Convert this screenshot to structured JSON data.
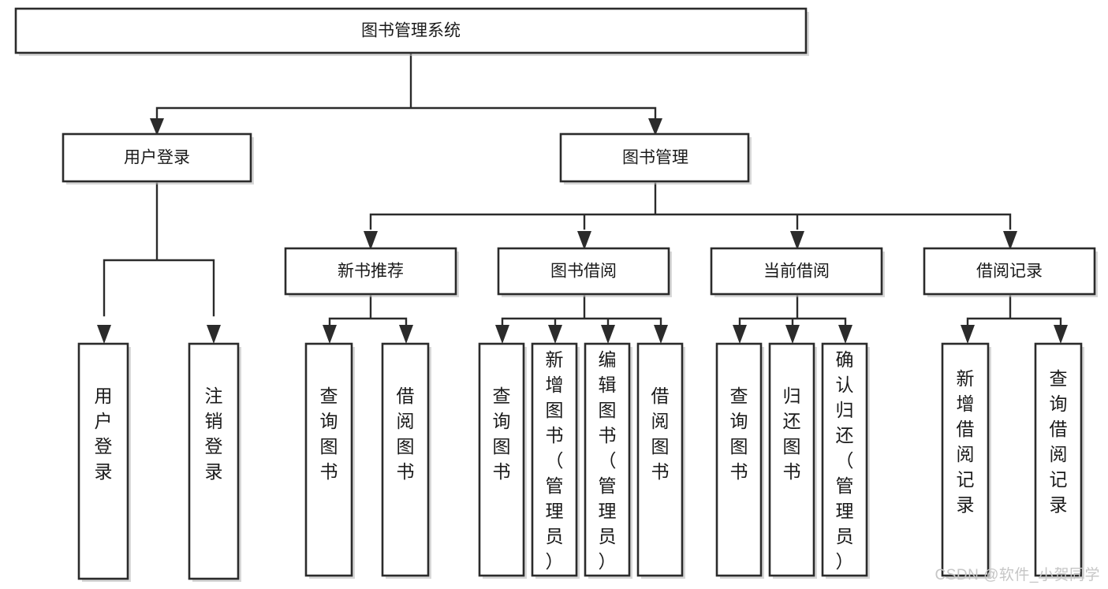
{
  "diagram": {
    "type": "tree",
    "title": "图书管理系统",
    "watermark": "CSDN @软件_小贺同学",
    "colors": {
      "box_stroke": "#2b2b2b",
      "box_fill": "#ffffff",
      "line": "#2b2b2b",
      "text": "#1a1a1a",
      "watermark": "#c6c6c6",
      "background": "#ffffff"
    },
    "nodes": {
      "root": {
        "label": "图书管理系统",
        "level": 1,
        "orientation": "horizontal"
      },
      "n_user_login": {
        "label": "用户登录",
        "level": 2,
        "orientation": "horizontal"
      },
      "n_book_manage": {
        "label": "图书管理",
        "level": 2,
        "orientation": "horizontal"
      },
      "n_new_book_rec": {
        "label": "新书推荐",
        "level": 3,
        "orientation": "horizontal"
      },
      "n_book_borrow": {
        "label": "图书借阅",
        "level": 3,
        "orientation": "horizontal"
      },
      "n_current_borrow": {
        "label": "当前借阅",
        "level": 3,
        "orientation": "horizontal"
      },
      "n_borrow_record": {
        "label": "借阅记录",
        "level": 3,
        "orientation": "horizontal"
      },
      "leaf_user_login": {
        "label": "用户登录",
        "level": 4,
        "orientation": "vertical"
      },
      "leaf_logout_login": {
        "label": "注销登录",
        "level": 4,
        "orientation": "vertical"
      },
      "leaf_query_book_1": {
        "label": "查询图书",
        "level": 4,
        "orientation": "vertical"
      },
      "leaf_borrow_book_1": {
        "label": "借阅图书",
        "level": 4,
        "orientation": "vertical"
      },
      "leaf_query_book_2": {
        "label": "查询图书",
        "level": 4,
        "orientation": "vertical"
      },
      "leaf_add_book": {
        "label": "新增图书（管理员）",
        "level": 4,
        "orientation": "vertical"
      },
      "leaf_edit_book": {
        "label": "编辑图书（管理员）",
        "level": 4,
        "orientation": "vertical"
      },
      "leaf_borrow_book_2": {
        "label": "借阅图书",
        "level": 4,
        "orientation": "vertical"
      },
      "leaf_query_book_3": {
        "label": "查询图书",
        "level": 4,
        "orientation": "vertical"
      },
      "leaf_return_book": {
        "label": "归还图书",
        "level": 4,
        "orientation": "vertical"
      },
      "leaf_confirm_return": {
        "label": "确认归还（管理员）",
        "level": 4,
        "orientation": "vertical"
      },
      "leaf_add_record": {
        "label": "新增借阅记录",
        "level": 4,
        "orientation": "vertical"
      },
      "leaf_query_record": {
        "label": "查询借阅记录",
        "level": 4,
        "orientation": "vertical"
      }
    },
    "edges": [
      {
        "from": "root",
        "to": "n_user_login"
      },
      {
        "from": "root",
        "to": "n_book_manage"
      },
      {
        "from": "n_user_login",
        "to": "leaf_user_login"
      },
      {
        "from": "n_user_login",
        "to": "leaf_logout_login"
      },
      {
        "from": "n_book_manage",
        "to": "n_new_book_rec"
      },
      {
        "from": "n_book_manage",
        "to": "n_book_borrow"
      },
      {
        "from": "n_book_manage",
        "to": "n_current_borrow"
      },
      {
        "from": "n_book_manage",
        "to": "n_borrow_record"
      },
      {
        "from": "n_new_book_rec",
        "to": "leaf_query_book_1"
      },
      {
        "from": "n_new_book_rec",
        "to": "leaf_borrow_book_1"
      },
      {
        "from": "n_book_borrow",
        "to": "leaf_query_book_2"
      },
      {
        "from": "n_book_borrow",
        "to": "leaf_add_book"
      },
      {
        "from": "n_book_borrow",
        "to": "leaf_edit_book"
      },
      {
        "from": "n_book_borrow",
        "to": "leaf_borrow_book_2"
      },
      {
        "from": "n_current_borrow",
        "to": "leaf_query_book_3"
      },
      {
        "from": "n_current_borrow",
        "to": "leaf_return_book"
      },
      {
        "from": "n_current_borrow",
        "to": "leaf_confirm_return"
      },
      {
        "from": "n_borrow_record",
        "to": "leaf_add_record"
      },
      {
        "from": "n_borrow_record",
        "to": "leaf_query_record"
      }
    ]
  }
}
